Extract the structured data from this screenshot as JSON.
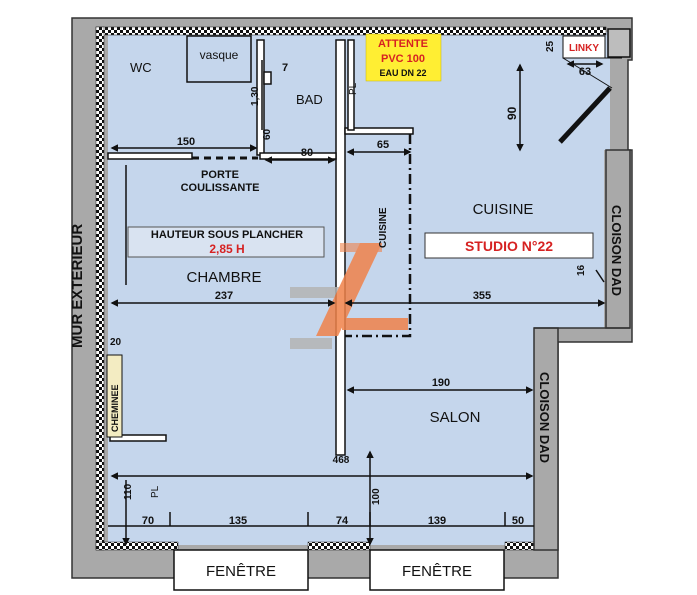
{
  "labels": {
    "mur_exterieur": "MUR EXTERIEUR",
    "cloison_dad_top": "CLOISON DAD",
    "cloison_dad_bottom": "CLOISON DAD",
    "attente_line1": "ATTENTE",
    "attente_line2": "PVC 100",
    "attente_line3": "EAU DN 22",
    "linky": "LINKY",
    "wc": "WC",
    "vasque": "vasque",
    "bad": "BAD",
    "pl_top": "PL",
    "pl_bottom": "PL",
    "porte_line1": "PORTE",
    "porte_line2": "COULISSANTE",
    "hauteur_line1": "HAUTEUR SOUS PLANCHER",
    "hauteur_line2": "2,85 H",
    "chambre": "CHAMBRE",
    "cuisine_vertical": "CUISINE",
    "cuisine": "CUISINE",
    "studio": "STUDIO N°22",
    "salon": "SALON",
    "cheminee": "CHEMINEE",
    "fenetre_left": "FENÊTRE",
    "fenetre_right": "FENÊTRE"
  },
  "dimensions": {
    "d_25": "25",
    "d_63": "63",
    "d_7": "7",
    "d_130": "1,30",
    "d_60": "60",
    "d_90": "90",
    "d_150": "150",
    "d_80": "80",
    "d_65": "65",
    "d_16": "16",
    "d_237": "237",
    "d_355": "355",
    "d_20": "20",
    "d_190": "190",
    "d_468": "468",
    "d_110": "110",
    "d_100": "100",
    "d_70": "70",
    "d_135": "135",
    "d_74": "74",
    "d_139": "139",
    "d_50": "50"
  },
  "colors": {
    "floor": "#c5d6ec",
    "wall": "#a9a9a9",
    "wall_outline": "#333333",
    "attente_bg": "#ffee33",
    "red_text": "#d62222",
    "logo_orange": "#f0824a",
    "logo_gray": "#b4b4b4"
  }
}
